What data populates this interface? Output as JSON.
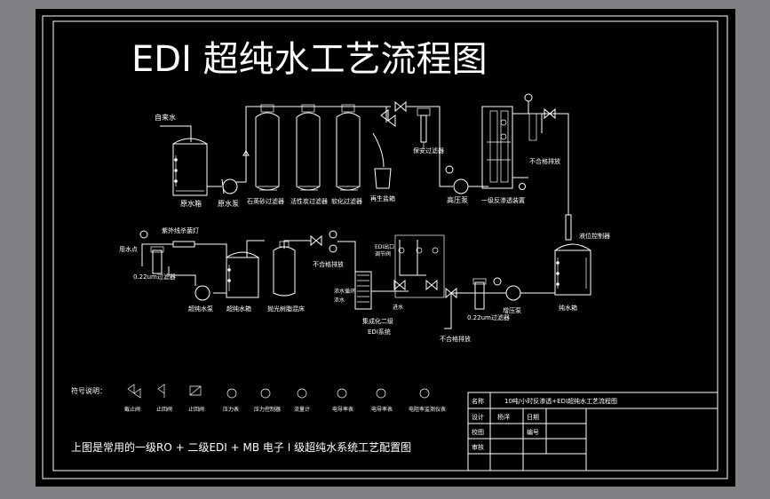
{
  "title": "EDI 超纯水工艺流程图",
  "caption": "上图是常用的一级RO + 二级EDI + MB 电子 I 级超纯水系统工艺配置图",
  "row1": {
    "source_label": "自来水",
    "raw_tank": "原水箱",
    "raw_pump": "原水泵",
    "filter_sand": "石英砂过滤器",
    "filter_carbon": "活性炭过滤器",
    "softener": "软化过滤器",
    "salt_tank": "再生盐箱",
    "security_filter": "保安过滤器",
    "hp_pump": "高压泵",
    "ro_unit": "一级反渗透装置",
    "drain_label": "不合格排放"
  },
  "row2": {
    "user_label": "用水点",
    "uv_label": "紫外线杀菌灯",
    "filter_022_left": "0.22um过滤器",
    "supply_pump": "超纯水泵",
    "pure_tank": "超纯水箱",
    "polish": "抛光树脂混床",
    "drain_left": "不合格排放",
    "edi_label_1": "集成化二级",
    "edi_label_2": "EDI系统",
    "conc_label": "浓水循环",
    "conc_label2": "浓水",
    "product_label": "EDI出口",
    "reject_label": "调节阀",
    "feed_label": "进水",
    "drain_bottom": "不合格排放",
    "pump_label": "增压泵",
    "filter_022_right": "0.22um过滤器",
    "ro_tank": "纯水箱",
    "level": "液位控制器"
  },
  "legend": {
    "heading": "符号说明：",
    "items": [
      {
        "label": "截止阀"
      },
      {
        "label": "止回阀"
      },
      {
        "label": "止回阀"
      },
      {
        "label": "压力表"
      },
      {
        "label": "压力控制器"
      },
      {
        "label": "流量计"
      },
      {
        "label": "电导率表"
      },
      {
        "label": "电导率表"
      },
      {
        "label": "电阻率监测仪表"
      }
    ]
  },
  "titleblock": {
    "name_label": "名称",
    "name_value": "10吨/小时反渗透+EDI超纯水工艺流程图",
    "design_label": "设计",
    "design_value": "杨洋",
    "date_label": "日期",
    "check_label": "校图",
    "number_label": "编号",
    "audit_label": "审核"
  },
  "colors": {
    "background": "#000000",
    "frame": "#808185",
    "ink": "#ffffff"
  }
}
